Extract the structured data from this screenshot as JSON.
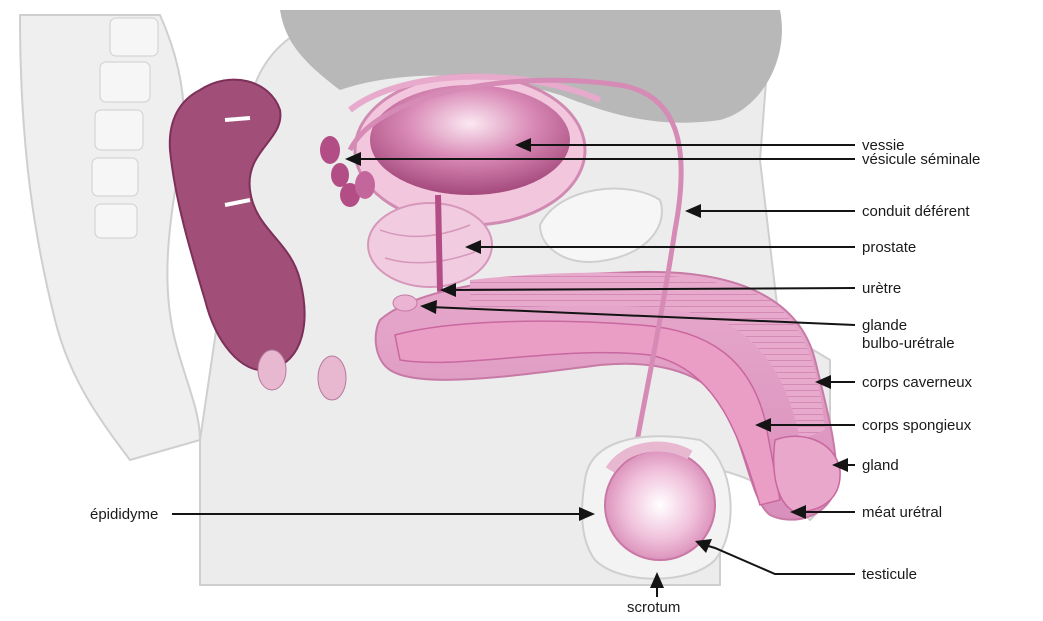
{
  "labels": {
    "vessie": "vessie",
    "vesicule_seminale": "vésicule séminale",
    "conduit_deferent": "conduit déférent",
    "prostate": "prostate",
    "uretre": "urètre",
    "glande_bulbo_line1": "glande",
    "glande_bulbo_line2": "bulbo-urétrale",
    "corps_caverneux": "corps caverneux",
    "corps_spongieux": "corps spongieux",
    "gland": "gland",
    "meat_uretral": "méat urétral",
    "testicule": "testicule",
    "epididyme": "épididyme",
    "scrotum": "scrotum"
  },
  "colors": {
    "tissue_grey": "#e9e9e9",
    "tissue_grey_dark": "#bdbdbd",
    "cavity_grey": "#b3b3b3",
    "rectum": "#a14e78",
    "organ_pink": "#eab4d2",
    "organ_pink_light": "#f4d4e5",
    "organ_magenta": "#b34d86",
    "spongy_pink": "#e39fc5",
    "leader_line": "#141414"
  }
}
